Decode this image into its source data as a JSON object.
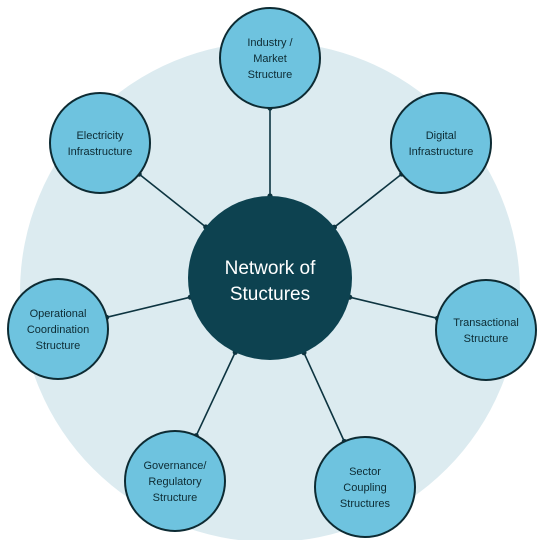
{
  "hub": {
    "lines": [
      "Network of",
      "Stuctures"
    ]
  },
  "nodes": [
    {
      "id": "industry",
      "lines": [
        "Industry /",
        "Market",
        "Structure"
      ]
    },
    {
      "id": "digital",
      "lines": [
        "Digital",
        "Infrastructure"
      ]
    },
    {
      "id": "transactional",
      "lines": [
        "Transactional",
        "Structure"
      ]
    },
    {
      "id": "sector-coupling",
      "lines": [
        "Sector",
        "Coupling",
        "Structures"
      ]
    },
    {
      "id": "governance",
      "lines": [
        "Governance/",
        "Regulatory",
        "Structure"
      ]
    },
    {
      "id": "operational",
      "lines": [
        "Operational",
        "Coordination",
        "Structure"
      ]
    },
    {
      "id": "electricity",
      "lines": [
        "Electricity",
        "Infrastructure"
      ]
    }
  ],
  "colors": {
    "background_halo": "#dcebf0",
    "hub_fill": "#0d4250",
    "node_fill": "#6ec3df",
    "node_stroke": "#0d2b33",
    "connector": "#0d3440"
  }
}
